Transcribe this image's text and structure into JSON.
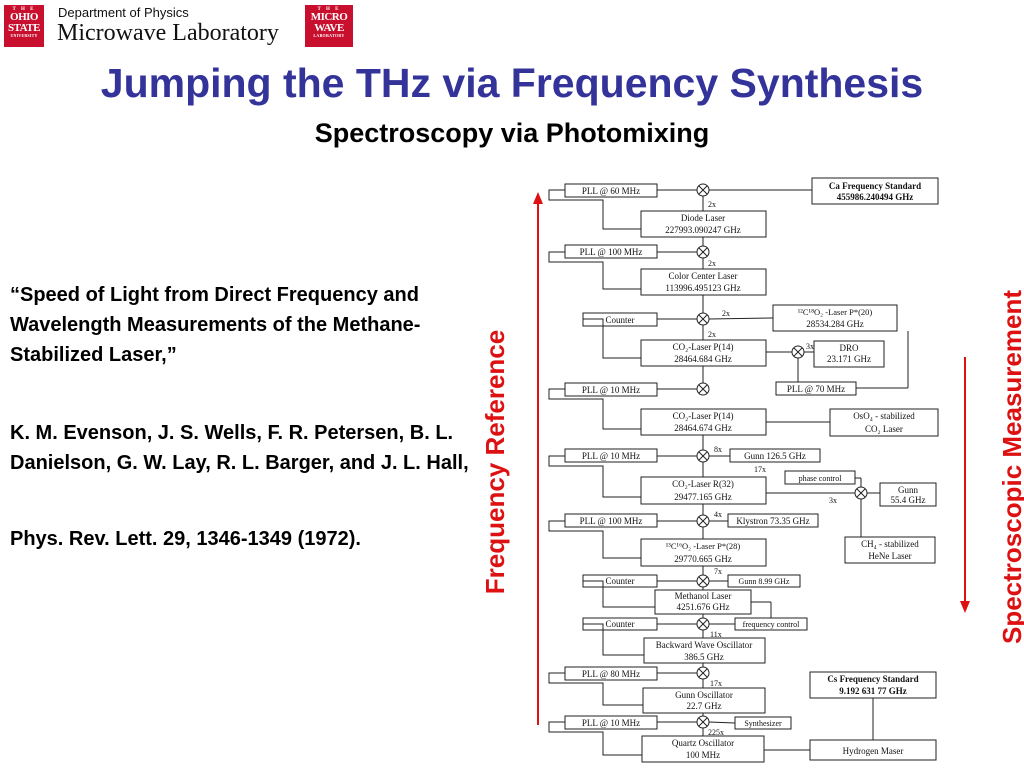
{
  "header": {
    "logo_osu": {
      "top": "T H E",
      "line1": "OHIO",
      "line2": "STATE",
      "line3": "UNIVERSITY"
    },
    "department": "Department of Physics",
    "lab_name": "Microwave Laboratory",
    "logo_mw": {
      "top": "T H E",
      "line1": "MICRO",
      "line2": "WAVE",
      "line3": "LABORATORY"
    }
  },
  "title": "Jumping the THz via Frequency Synthesis",
  "subtitle": "Spectroscopy via Photomixing",
  "citation": {
    "title": "“Speed of Light from Direct Frequency and Wavelength Measurements of the Methane-Stabilized Laser,”",
    "authors": "K. M. Evenson, J. S. Wells, F. R. Petersen, B. L. Danielson, G. W. Lay, R. L. Barger, and J. L. Hall,",
    "journal": "Phys. Rev. Lett. 29, 1346-1349 (1972)."
  },
  "labels": {
    "frequency_reference": "Frequency Reference",
    "spectroscopic_measurement": "Spectroscopic Measurement"
  },
  "colors": {
    "title": "#333399",
    "accent_red": "#dd1111",
    "logo_red": "#c8102e"
  },
  "diagram": {
    "pll_60": "PLL @ 60 MHz",
    "ca_std_l1": "Ca Frequency Standard",
    "ca_std_l2": "455986.240494 GHz",
    "m_2x_a": "2x",
    "diode_l1": "Diode Laser",
    "diode_l2": "227993.090247 GHz",
    "m_2x_b": "2x",
    "pll_100_a": "PLL @ 100 MHz",
    "ccl_l1": "Color Center Laser",
    "ccl_l2": "113996.495123 GHz",
    "counter_1": "Counter",
    "m_2x_c": "2x",
    "c12_l1": "¹²C¹⁸O₂ -Laser P*(20)",
    "c12_l2": "28534.284 GHz",
    "m_2x_d": "2x",
    "co2p14a_l1": "CO₂-Laser P(14)",
    "co2p14a_l2": "28464.684 GHz",
    "m_3x_a": "3x",
    "dro_l1": "DRO",
    "dro_l2": "23.171 GHz",
    "pll_10_a": "PLL @ 10 MHz",
    "pll_70": "PLL @ 70 MHz",
    "co2p14b_l1": "CO₂-Laser P(14)",
    "co2p14b_l2": "28464.674 GHz",
    "oso4_l1": "OsO₄ - stabilized",
    "oso4_l2": "CO₂ Laser",
    "m_8x": "8x",
    "pll_10_b": "PLL @ 10 MHz",
    "gunn_1265": "Gunn 126.5 GHz",
    "m_17x_a": "17x",
    "phase_ctrl": "phase control",
    "co2r32_l1": "CO₂-Laser R(32)",
    "co2r32_l2": "29477.165 GHz",
    "m_3x_b": "3x",
    "gunn554_l1": "Gunn",
    "gunn554_l2": "55.4 GHz",
    "m_4x": "4x",
    "pll_100_b": "PLL @ 100 MHz",
    "klystron": "Klystron 73.35 GHz",
    "c13_l1": "¹³C¹⁶O₂ -Laser P*(28)",
    "c13_l2": "29770.665 GHz",
    "ch4_l1": "CH₄ - stabilized",
    "ch4_l2": "HeNe Laser",
    "m_7x": "7x",
    "counter_2": "Counter",
    "gunn_899": "Gunn 8.99 GHz",
    "methanol_l1": "Methanol Laser",
    "methanol_l2": "4251.676 GHz",
    "counter_3": "Counter",
    "freq_ctrl": "frequency control",
    "m_11x": "11x",
    "bwo_l1": "Backward Wave Oscillator",
    "bwo_l2": "386.5 GHz",
    "pll_80": "PLL @ 80 MHz",
    "m_17x_b": "17x",
    "cs_l1": "Cs Frequency Standard",
    "cs_l2": "9.192 631 77 GHz",
    "gunnosc_l1": "Gunn Oscillator",
    "gunnosc_l2": "22.7 GHz",
    "pll_10_c": "PLL @ 10 MHz",
    "synth": "Synthesizer",
    "m_225x": "225x",
    "quartz_l1": "Quartz Oscillator",
    "quartz_l2": "100 MHz",
    "maser": "Hydrogen Maser"
  }
}
